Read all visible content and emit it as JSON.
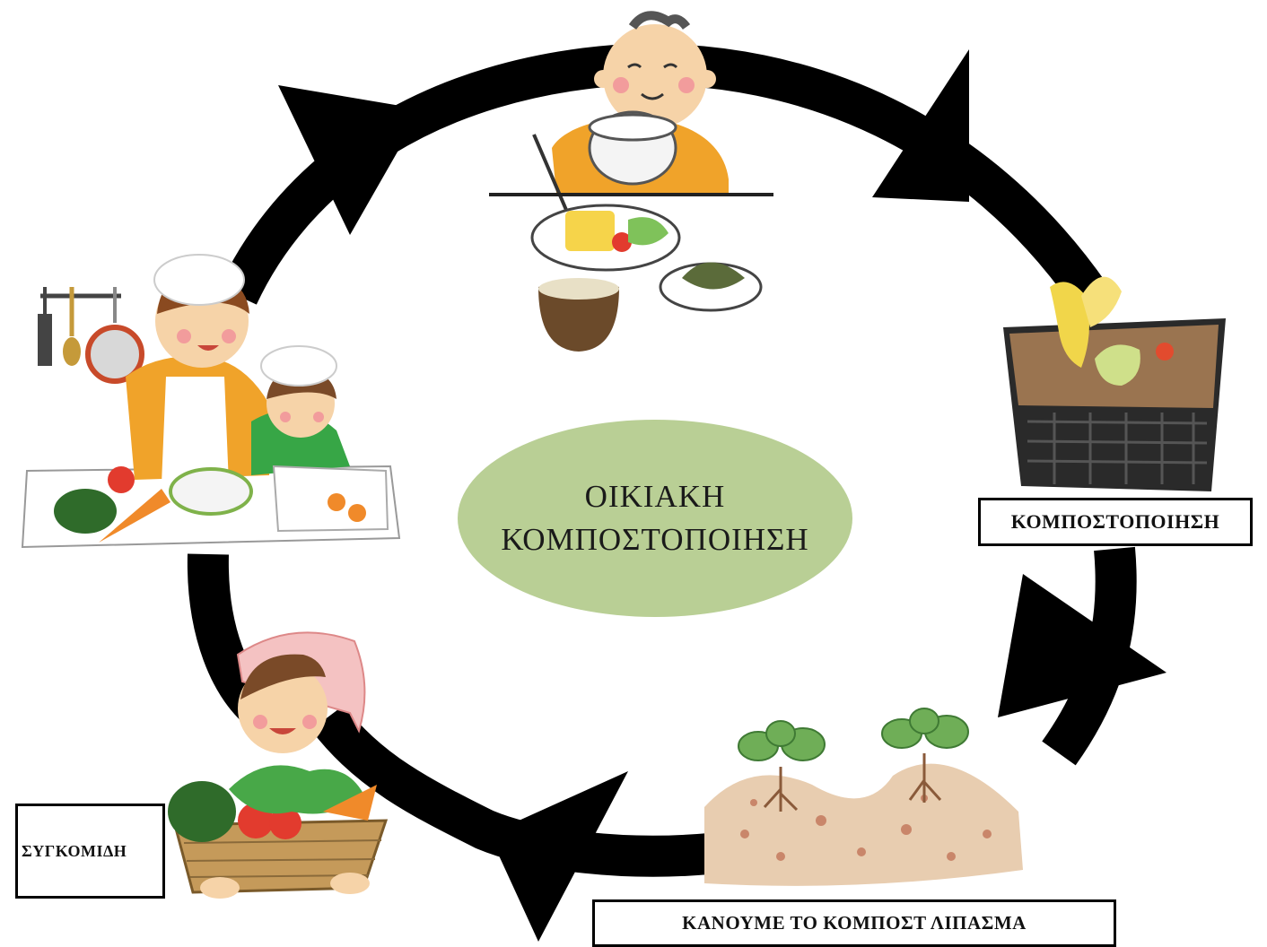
{
  "center": {
    "line1": "ΟΙΚΙΑΚΗ",
    "line2": "ΚΟΜΠΟΣΤΟΠΟΙΗΣΗ"
  },
  "stages": {
    "composting": "ΚΟΜΠΟΣΤΟΠΟΙΗΣΗ",
    "fertilizer": "ΚΑΝΟΥΜΕ ΤΟ ΚΟΜΠΟΣΤ ΛΙΠΑΣΜΑ",
    "harvest": "ΣΥΓΚΟΜΙΔΗ"
  },
  "colors": {
    "cycle": "#000000",
    "center_ellipse": "#b9cf95",
    "skin": "#f6d3a8",
    "cheek": "#f29c9c",
    "orange_shirt": "#f0a32a",
    "green_shirt": "#37a646",
    "soil": "#e8cdb0",
    "basket": "#2a2a2a"
  },
  "icons": [
    "eating-person-icon",
    "compost-bin-icon",
    "seedlings-soil-icon",
    "harvest-child-icon",
    "cooking-family-icon"
  ]
}
